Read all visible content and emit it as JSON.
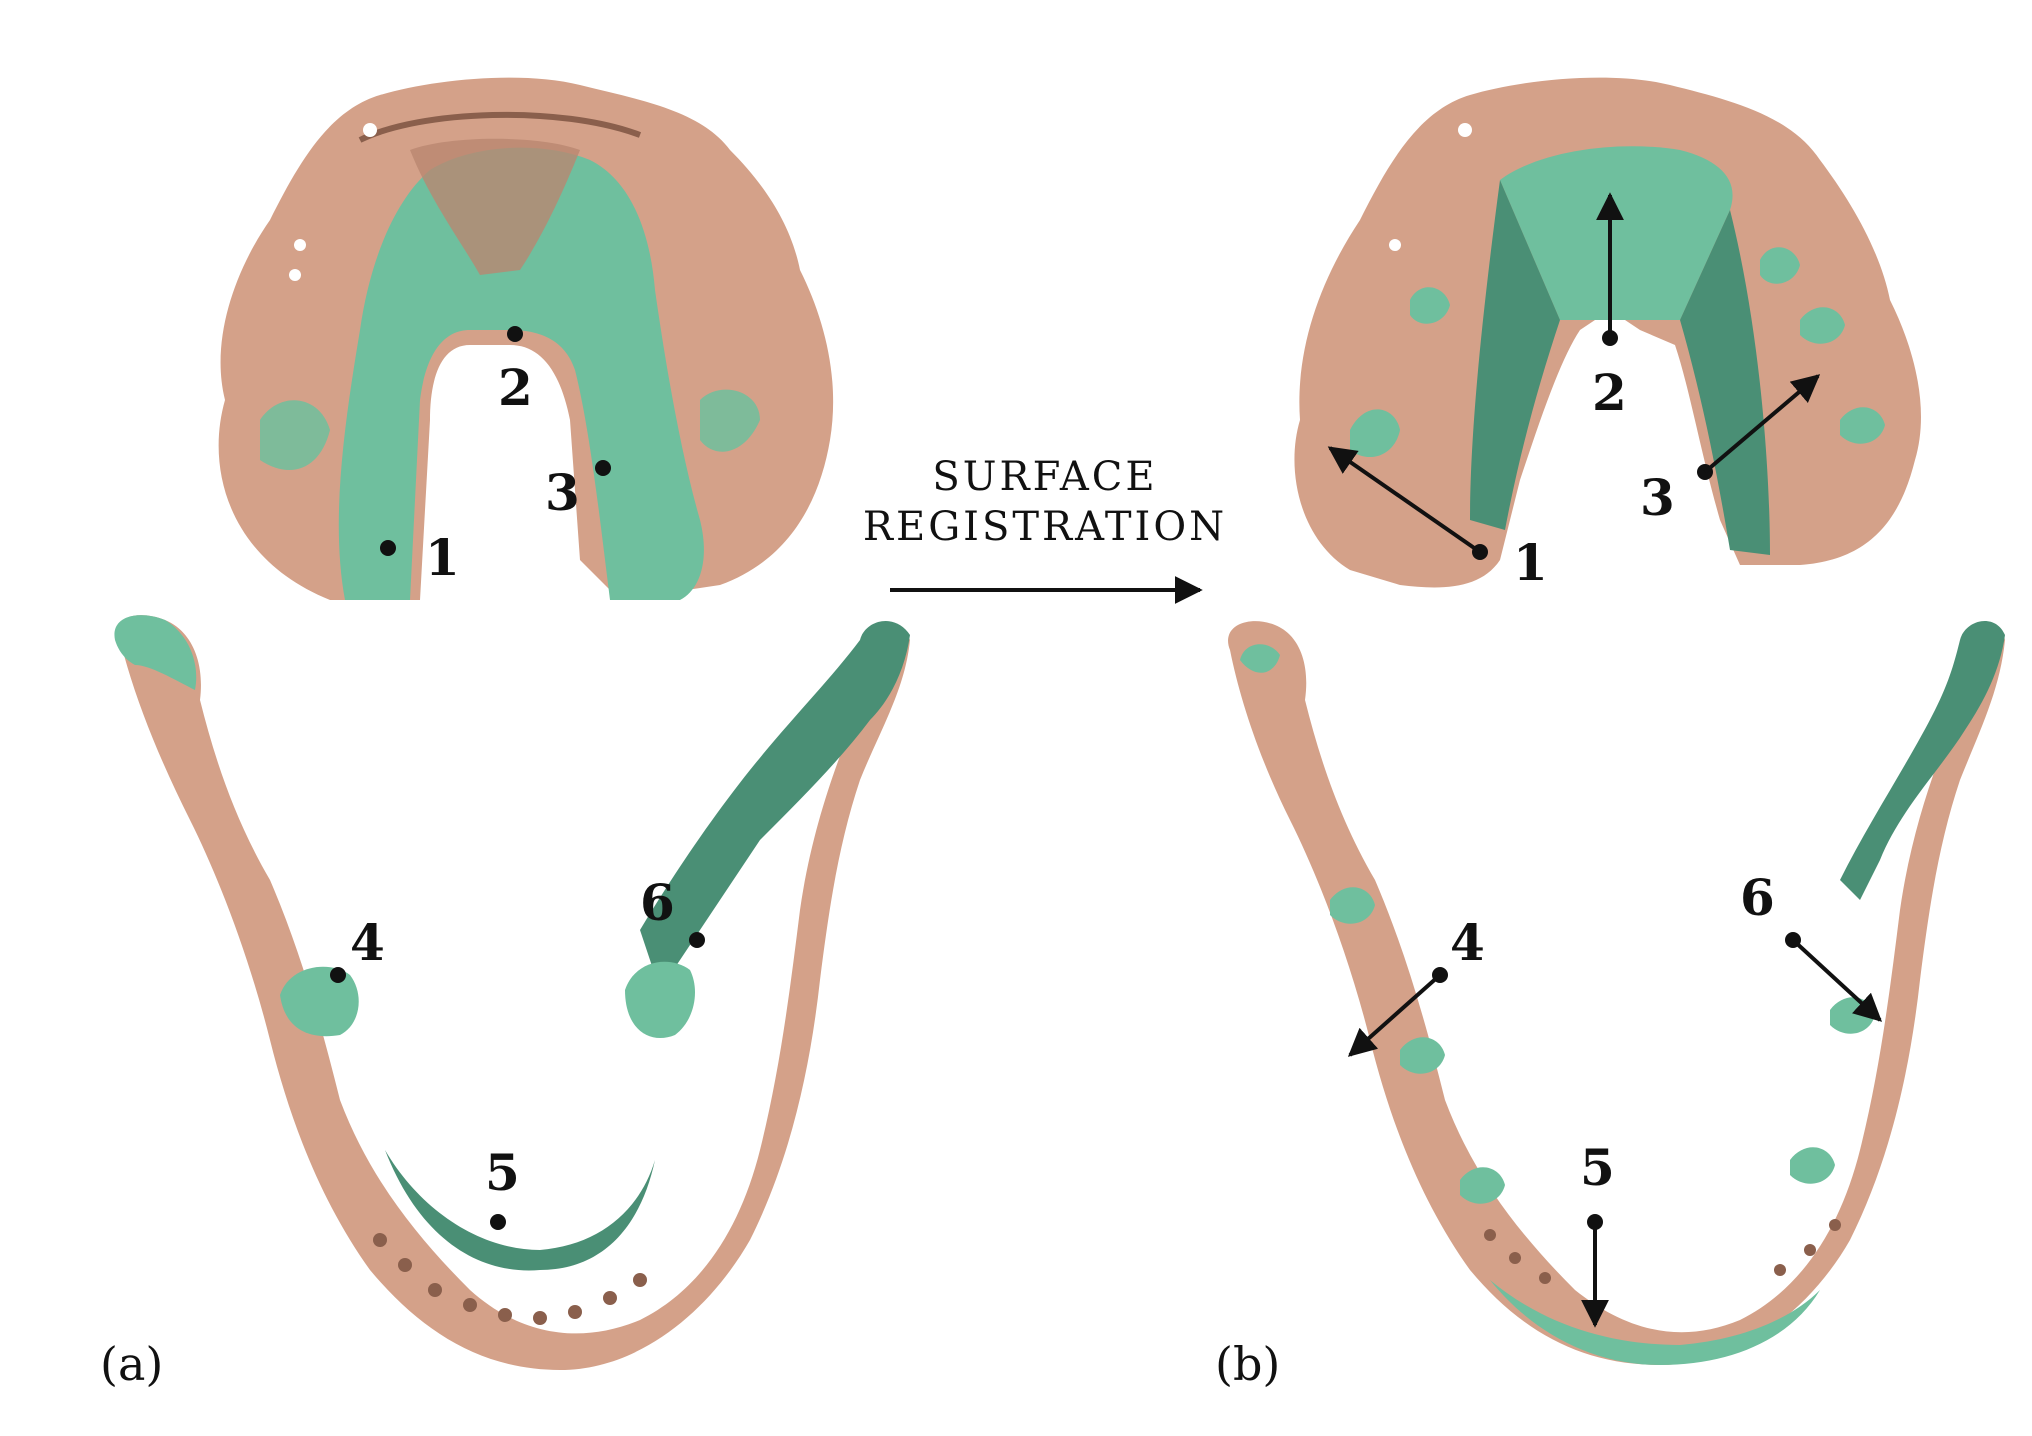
{
  "colors": {
    "bone": "#d4a189",
    "bone_dark": "#b98770",
    "mesh": "#6fbf9e",
    "mesh_dark": "#4a8f75",
    "ink": "#111111"
  },
  "arrow_label": [
    "SURFACE",
    "REGISTRATION"
  ],
  "panels": [
    {
      "label": "(a)"
    },
    {
      "label": "(b)"
    }
  ],
  "landmarks": [
    "1",
    "2",
    "3",
    "4",
    "5",
    "6"
  ]
}
